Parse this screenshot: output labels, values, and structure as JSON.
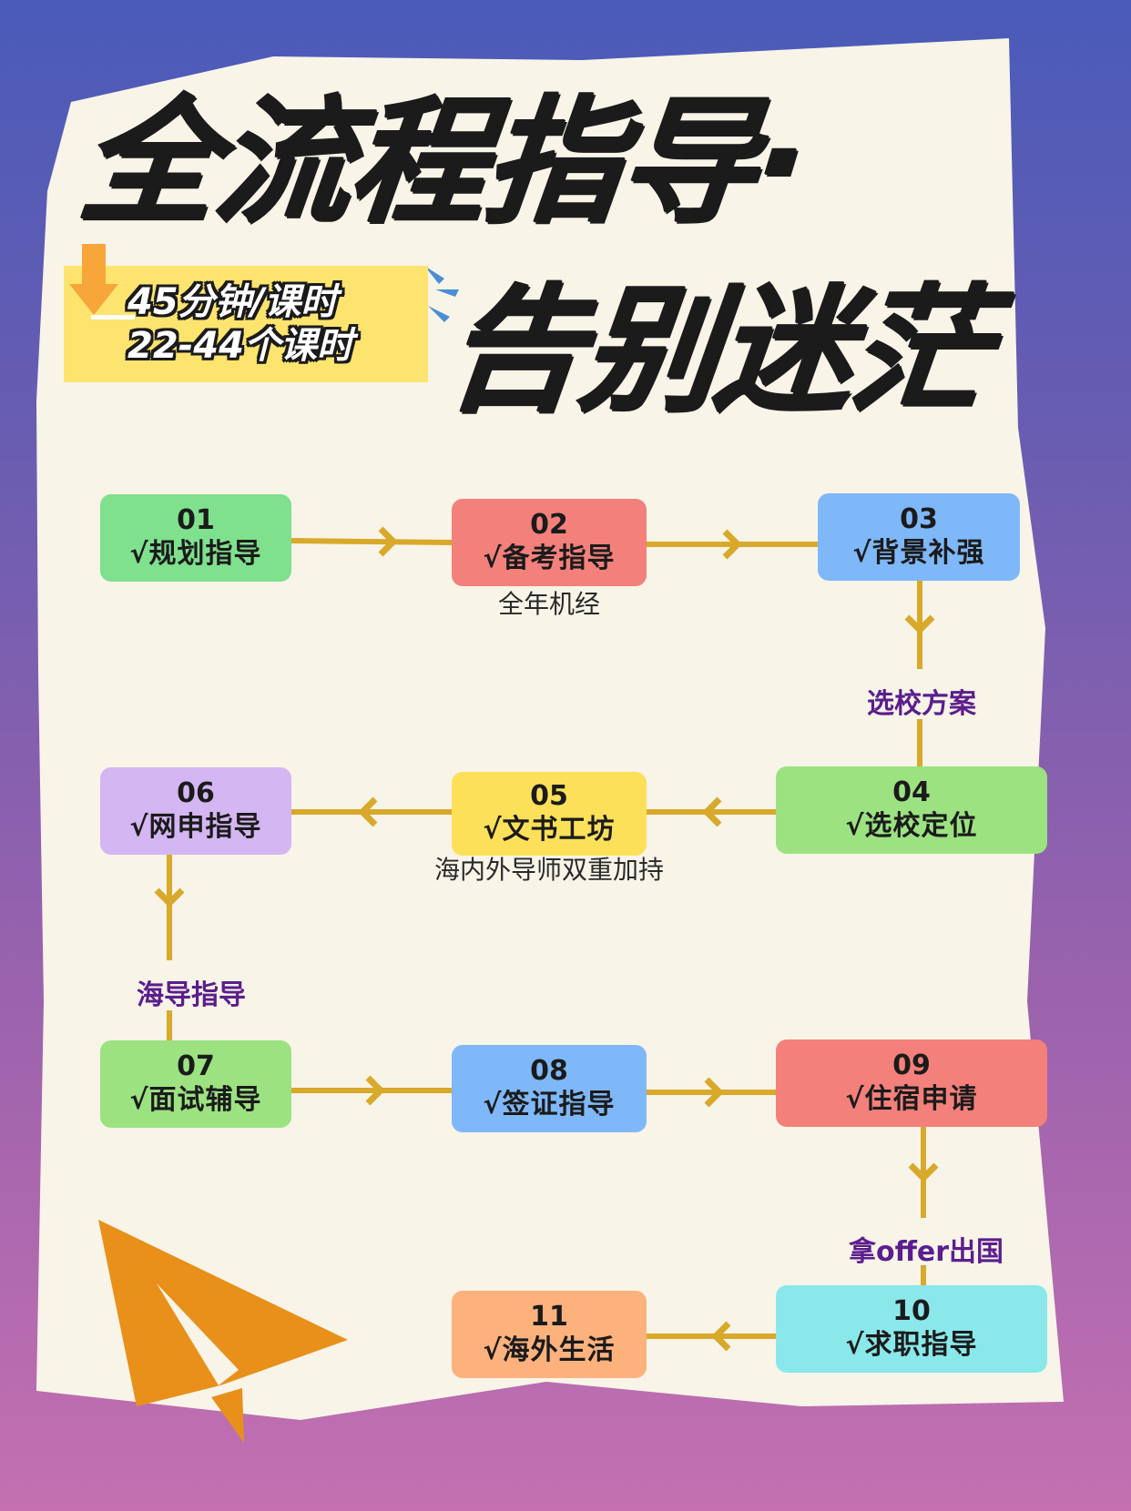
{
  "title": {
    "line1": "全流程指导·",
    "line2": "告别迷茫"
  },
  "badge": {
    "line1": "45分钟/课时",
    "line2": "22-44个课时"
  },
  "colors": {
    "green": "#7fe08e",
    "red": "#f3807b",
    "blue": "#7fb8f8",
    "purple": "#d4b6f2",
    "yellow": "#fde05a",
    "cyan": "#8ae8ea",
    "orange": "#fdb27e",
    "green2": "#9ce281",
    "arrow": "#d8a92a",
    "paper": "#f8f4e8",
    "plane": "#e8901a"
  },
  "steps": [
    {
      "num": "01",
      "label": "√规划指导",
      "color": "green"
    },
    {
      "num": "02",
      "label": "√备考指导",
      "color": "red"
    },
    {
      "num": "03",
      "label": "√背景补强",
      "color": "blue"
    },
    {
      "num": "04",
      "label": "√选校定位",
      "color": "green2"
    },
    {
      "num": "05",
      "label": "√文书工坊",
      "color": "yellow"
    },
    {
      "num": "06",
      "label": "√网申指导",
      "color": "purple"
    },
    {
      "num": "07",
      "label": "√面试辅导",
      "color": "green2"
    },
    {
      "num": "08",
      "label": "√签证指导",
      "color": "blue"
    },
    {
      "num": "09",
      "label": "√住宿申请",
      "color": "red"
    },
    {
      "num": "10",
      "label": "√求职指导",
      "color": "cyan"
    },
    {
      "num": "11",
      "label": "√海外生活",
      "color": "orange"
    }
  ],
  "notes": {
    "step02": "全年机经",
    "step05": "海内外导师双重加持"
  },
  "edge_labels": {
    "e03_04": "选校方案",
    "e06_07": "海导指导",
    "e09_10": "拿offer出国"
  }
}
